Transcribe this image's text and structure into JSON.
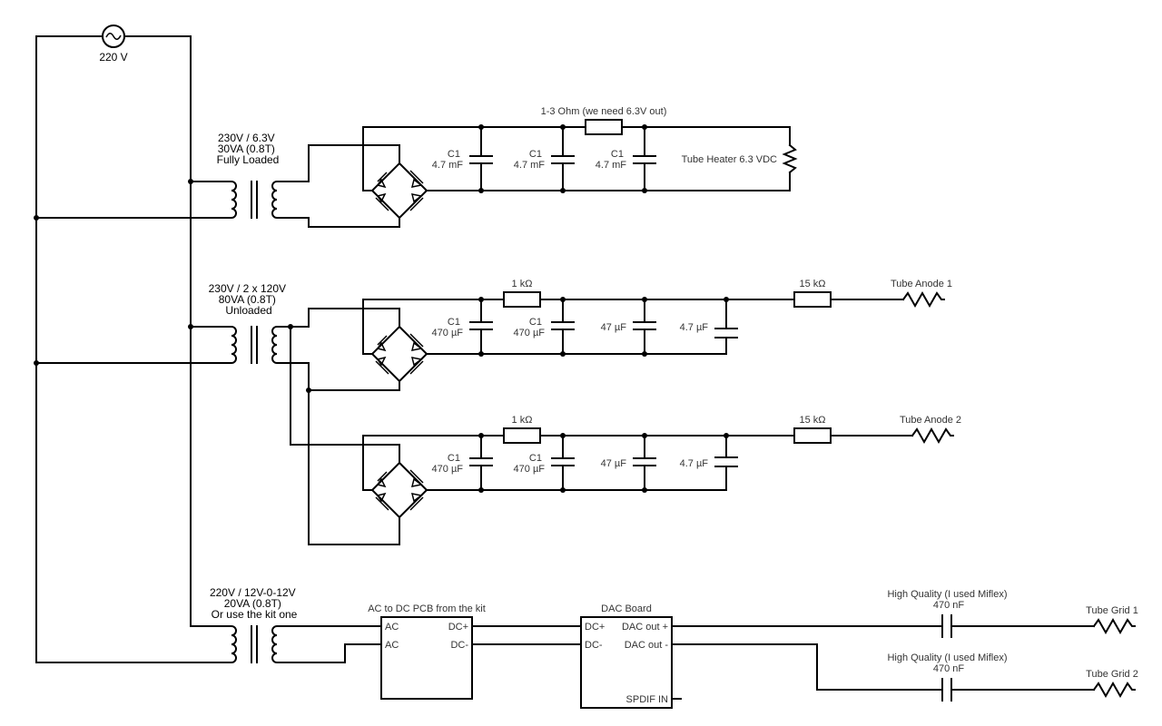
{
  "source": {
    "label": "220 V",
    "icon": "ac-source-icon"
  },
  "transformers": {
    "heater": {
      "line1": "230V / 6.3V",
      "line2": "30VA (0.8T)",
      "line3": "Fully Loaded"
    },
    "anode": {
      "line1": "230V / 2 x 120V",
      "line2": "80VA (0.8T)",
      "line3": "Unloaded"
    },
    "dac": {
      "line1": "220V / 12V-0-12V",
      "line2": "20VA (0.8T)",
      "line3": "Or use the kit one"
    }
  },
  "heater_supply": {
    "resistor": "1-3 Ohm (we need 6.3V out)",
    "caps": [
      {
        "name": "C1",
        "value": "4.7 mF"
      },
      {
        "name": "C1",
        "value": "4.7 mF"
      },
      {
        "name": "C1",
        "value": "4.7 mF"
      }
    ],
    "load": "Tube Heater 6.3 VDC"
  },
  "anode_supplies": [
    {
      "r1": "1 kΩ",
      "r2": "15 kΩ",
      "output": "Tube Anode 1",
      "caps": [
        {
          "name": "C1",
          "value": "470 µF"
        },
        {
          "name": "C1",
          "value": "470 µF"
        },
        {
          "name": "",
          "value": "47 µF"
        },
        {
          "name": "",
          "value": "4.7 µF"
        }
      ]
    },
    {
      "r1": "1 kΩ",
      "r2": "15 kΩ",
      "output": "Tube Anode 2",
      "caps": [
        {
          "name": "C1",
          "value": "470 µF"
        },
        {
          "name": "C1",
          "value": "470 µF"
        },
        {
          "name": "",
          "value": "47 µF"
        },
        {
          "name": "",
          "value": "4.7 µF"
        }
      ]
    }
  ],
  "pcb": {
    "title": "AC to DC PCB from the kit",
    "ac1": "AC",
    "ac2": "AC",
    "dcp": "DC+",
    "dcm": "DC-"
  },
  "dac": {
    "title": "DAC Board",
    "dcp": "DC+",
    "dcm": "DC-",
    "outp": "DAC out +",
    "outm": "DAC out -",
    "spdif": "SPDIF IN"
  },
  "grid_caps": [
    {
      "note": "High Quality (I used Miflex)",
      "value": "470 nF",
      "output": "Tube Grid 1"
    },
    {
      "note": "High Quality (I used Miflex)",
      "value": "470 nF",
      "output": "Tube Grid 2"
    }
  ]
}
